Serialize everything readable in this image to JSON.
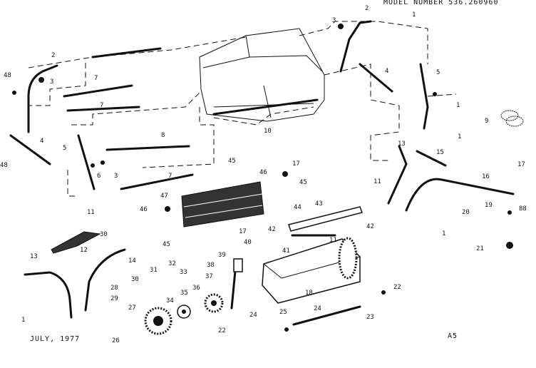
{
  "header": {
    "model_number": "MODEL NUMBER 536.260960",
    "date": "JULY, 1977",
    "sheet_code": "A5"
  },
  "callouts": [
    "1",
    "2",
    "3",
    "4",
    "5",
    "6",
    "7",
    "8",
    "9",
    "10",
    "11",
    "12",
    "13",
    "14",
    "15",
    "16",
    "17",
    "18",
    "19",
    "20",
    "21",
    "22",
    "23",
    "24",
    "25",
    "26",
    "27",
    "28",
    "29",
    "30",
    "31",
    "32",
    "33",
    "34",
    "35",
    "36",
    "37",
    "38",
    "39",
    "40",
    "41",
    "42",
    "43",
    "44",
    "45",
    "46",
    "47",
    "48",
    "88"
  ]
}
